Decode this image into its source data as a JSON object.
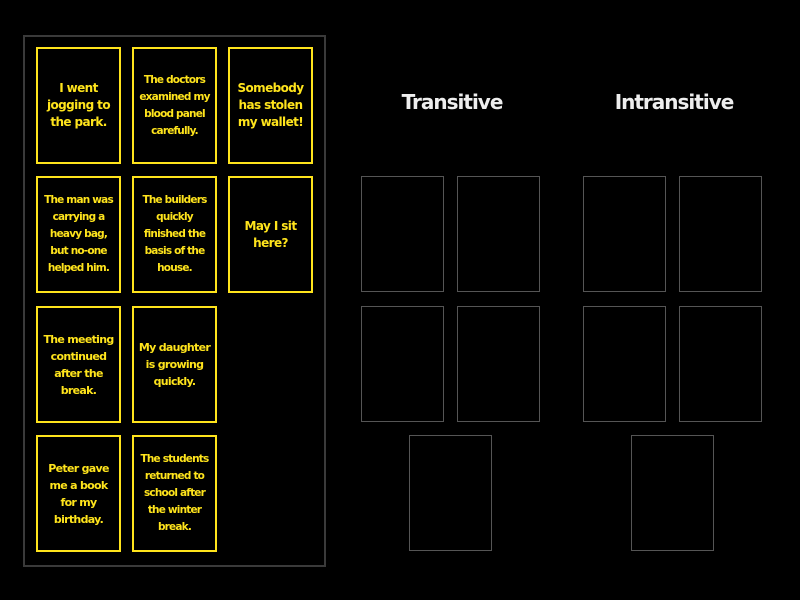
{
  "activity": {
    "type": "group-sort",
    "source_cards": [
      {
        "text": "I went jogging to the park."
      },
      {
        "text": "The doctors examined my blood panel carefully."
      },
      {
        "text": "Somebody has stolen my wallet!"
      },
      {
        "text": "The man was carrying a heavy bag, but no-one helped him."
      },
      {
        "text": "The builders quickly finished the basis of the house."
      },
      {
        "text": "May I sit here?"
      },
      {
        "text": "The meeting continued after the break."
      },
      {
        "text": "My daughter is growing quickly."
      },
      {
        "text": "Peter gave me a book for my birthday."
      },
      {
        "text": "The students returned to school after the winter break."
      }
    ],
    "groups": [
      {
        "title": "Transitive",
        "slot_count": 5
      },
      {
        "title": "Intransitive",
        "slot_count": 5
      }
    ]
  },
  "colors": {
    "background": "#000000",
    "card_border": "#ffe41c",
    "card_text": "#ffe41c",
    "title_text": "#eeeeee",
    "slot_border": "#555555",
    "panel_border": "#3a3a3a"
  }
}
